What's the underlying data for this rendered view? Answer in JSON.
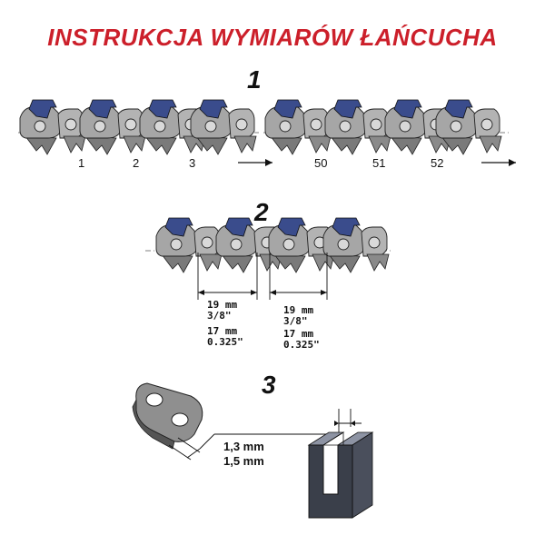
{
  "title": "INSTRUKCJA WYMIARÓW ŁAŃCUCHA",
  "steps": {
    "s1": "1",
    "s2": "2",
    "s3": "3"
  },
  "link_numbers": [
    "1",
    "2",
    "3",
    "50",
    "51",
    "52"
  ],
  "pitch": {
    "left": {
      "a": "19 mm",
      "b": "3/8\"",
      "c": "17 mm",
      "d": "0.325\""
    },
    "right": {
      "a": "19 mm",
      "b": "3/8\"",
      "c": "17 mm",
      "d": "0.325\""
    }
  },
  "gauge": {
    "a": "1,3 mm",
    "b": "1,5 mm"
  },
  "colors": {
    "title": "#cc1f2a",
    "link": "#a6a6a6",
    "cutter": "#3a4c8c",
    "bar": "#3a3f4a"
  }
}
